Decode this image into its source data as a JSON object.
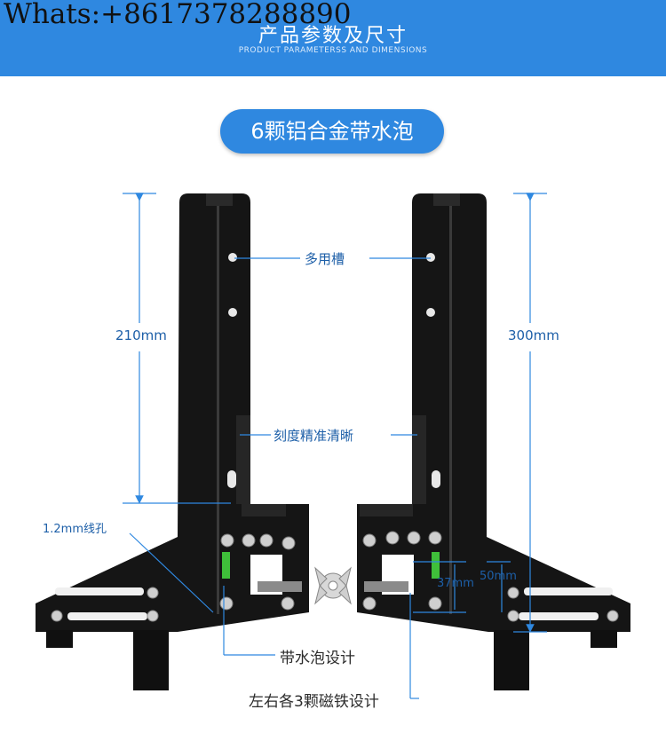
{
  "watermark": "Whats:+8617378288890",
  "header": {
    "title": "产品参数及尺寸",
    "subtitle": "PRODUCT PARAMETERSS AND DIMENSIONS"
  },
  "badge": "6颗铝合金带水泡",
  "labels": {
    "multi_slot": "多用槽",
    "scale": "刻度精准清晰",
    "wire_hole": "1.2mm线孔",
    "bubble": "带水泡设计",
    "magnets": "左右各3颗磁铁设计"
  },
  "dimensions": {
    "left_height": "210mm",
    "right_height": "300mm",
    "d37": "37mm",
    "d50": "50mm"
  },
  "colors": {
    "header": "#2f88e0",
    "dimension_line": "#2f88e0",
    "body": "#141414",
    "bubble": "#3fbf3a"
  }
}
